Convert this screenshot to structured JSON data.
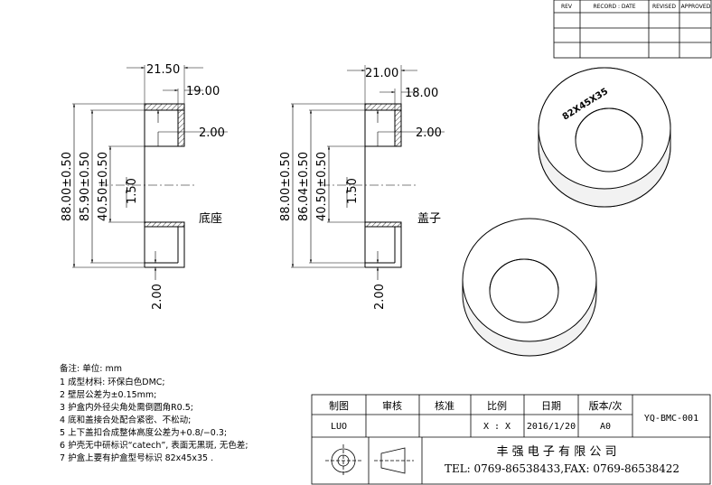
{
  "revision_table": {
    "headers": [
      "REV",
      "RECORD : DATE",
      "REVISED",
      "APPROVED"
    ]
  },
  "base_part": {
    "label": "底座",
    "dims": {
      "top_outer": "21.50",
      "top_inner": "19.00",
      "wall_top": "2.00",
      "height_outer": "88.00±0.50",
      "height_inner": "85.90±0.50",
      "inner_dia": "40.50±0.50",
      "gap": "1.50",
      "bottom_wall": "2.00"
    }
  },
  "lid_part": {
    "label": "盖子",
    "dims": {
      "top_outer": "21.00",
      "top_inner": "18.00",
      "wall_top": "2.00",
      "height_outer": "88.00±0.50",
      "height_inner": "86.04±0.50",
      "inner_dia": "40.50±0.50",
      "gap": "1.50",
      "bottom_wall": "2.00"
    }
  },
  "ring_marking": "82X45X35",
  "notes": {
    "title": "备注: 单位: mm",
    "items": [
      "1 成型材料: 环保白色DMC;",
      "2 壁层公差为±0.15mm;",
      "3 护盒内外径尖角处需倒圆角R0.5;",
      "4 底和盖接合处配合紧密、不松动;",
      "5 上下盖扣合成整体高度公差为+0.8/−0.3;",
      "6 护壳无中研标识“catech”, 表面无黑斑, 无色差;",
      "7 护盒上要有护盒型号标识 82x45x35 ."
    ]
  },
  "title_block": {
    "headers": [
      "制图",
      "审核",
      "核准",
      "比例",
      "日期",
      "版本/次"
    ],
    "values": [
      "LUO",
      "",
      "",
      "X : X",
      "2016/1/20",
      "A0"
    ],
    "drawing_no": "YQ-BMC-001",
    "company": "丰 强 电 子 有 限 公 司",
    "contact": "TEL: 0769-86538433,FAX: 0769-86538422"
  }
}
